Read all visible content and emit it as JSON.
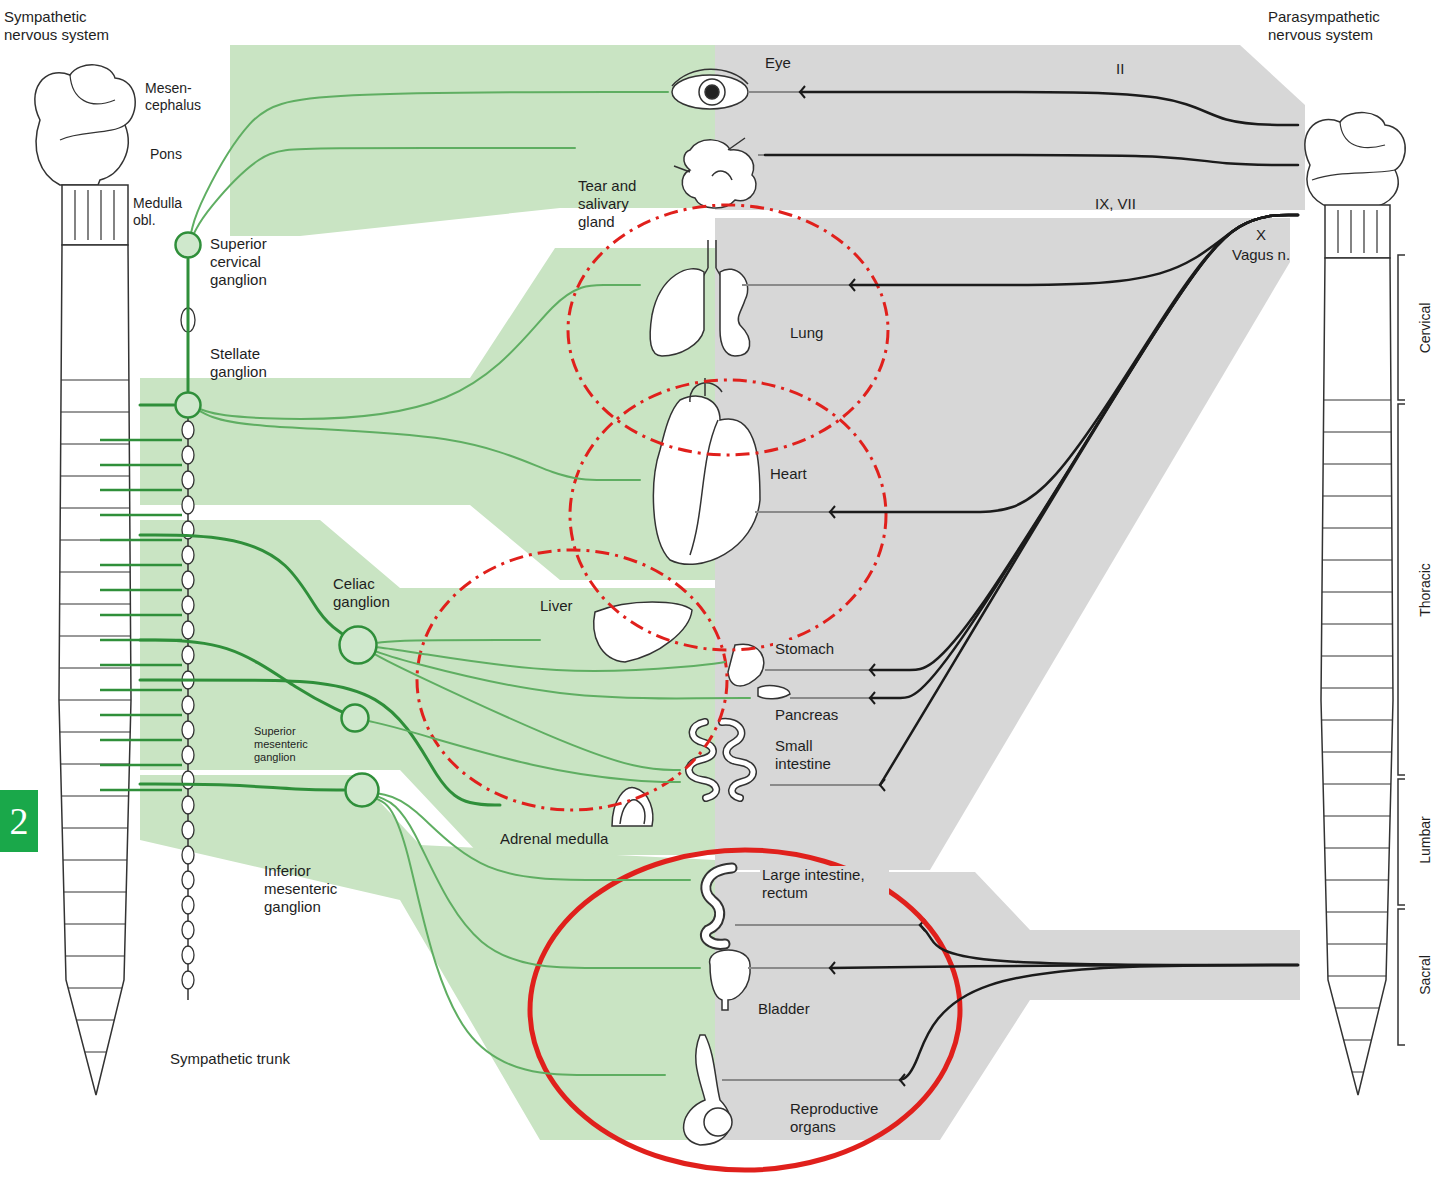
{
  "diagram": {
    "nodes": [
      {
        "text": [
          "Sympathetic nervous system"
        ]
      },
      {
        "text": [
          "Superior cervical ganglion"
        ]
      },
      {
        "text": [
          "Stellate ganglion"
        ]
      },
      {
        "text": [
          "Celiac ganglion"
        ]
      },
      {
        "text": [
          "Superior mesenteric ganglion"
        ]
      },
      {
        "text": [
          "Inferior mesenteric ganglion"
        ]
      },
      {
        "text": [
          "Eye"
        ]
      },
      {
        "text": [
          "Tear and salivary gland"
        ]
      },
      {
        "text": [
          "Lung"
        ]
      },
      {
        "text": [
          "Heart"
        ]
      },
      {
        "text": [
          "Liver"
        ]
      },
      {
        "text": [
          "Stomach"
        ]
      },
      {
        "text": [
          "Pancreas"
        ]
      },
      {
        "text": [
          "Small intestine"
        ]
      },
      {
        "text": [
          "Adrenal medulla"
        ]
      },
      {
        "text": [
          "Large intestine, rectum"
        ]
      },
      {
        "text": [
          "Bladder"
        ]
      },
      {
        "text": [
          "Reproductive organs"
        ]
      },
      {
        "text": [
          "Parasympathetic nervous system"
        ]
      }
    ],
    "edges": [
      {
        "from": 0,
        "to": 2,
        "arrow": "none"
      },
      {
        "from": 2,
        "to": 1,
        "arrow": "none"
      },
      {
        "from": 1,
        "to": 6,
        "arrow": "none"
      },
      {
        "from": 1,
        "to": 7,
        "arrow": "none"
      },
      {
        "from": 2,
        "to": 8,
        "arrow": "none"
      },
      {
        "from": 2,
        "to": 9,
        "arrow": "none"
      },
      {
        "from": 0,
        "to": 3,
        "arrow": "none"
      },
      {
        "from": 0,
        "to": 4,
        "arrow": "none"
      },
      {
        "from": 0,
        "to": 5,
        "arrow": "none"
      },
      {
        "from": 0,
        "to": 14,
        "arrow": "none"
      },
      {
        "from": 3,
        "to": 10,
        "arrow": "none"
      },
      {
        "from": 3,
        "to": 11,
        "arrow": "none"
      },
      {
        "from": 3,
        "to": 12,
        "arrow": "none"
      },
      {
        "from": 3,
        "to": 13,
        "arrow": "none"
      },
      {
        "from": 4,
        "to": 13,
        "arrow": "none"
      },
      {
        "from": 5,
        "to": 15,
        "arrow": "none"
      },
      {
        "from": 5,
        "to": 16,
        "arrow": "none"
      },
      {
        "from": 5,
        "to": 17,
        "arrow": "none"
      },
      {
        "from": 18,
        "to": 6,
        "arrow": "none"
      },
      {
        "from": 18,
        "to": 7,
        "arrow": "none"
      },
      {
        "from": 18,
        "to": 8,
        "arrow": "none"
      },
      {
        "from": 18,
        "to": 9,
        "arrow": "none"
      },
      {
        "from": 18,
        "to": 11,
        "arrow": "none"
      },
      {
        "from": 18,
        "to": 12,
        "arrow": "none"
      },
      {
        "from": 18,
        "to": 13,
        "arrow": "none"
      },
      {
        "from": 18,
        "to": 15,
        "arrow": "none"
      },
      {
        "from": 18,
        "to": 16,
        "arrow": "none"
      },
      {
        "from": 18,
        "to": 17,
        "arrow": "none"
      }
    ],
    "labels": [
      "Mesen- cephalus",
      "Pons",
      "Medulla obl.",
      "Sympathetic trunk",
      "II",
      "IX, VII",
      "X",
      "Vagus n.",
      "Cervical",
      "Thoracic",
      "Lumbar",
      "Sacral",
      "2"
    ]
  }
}
